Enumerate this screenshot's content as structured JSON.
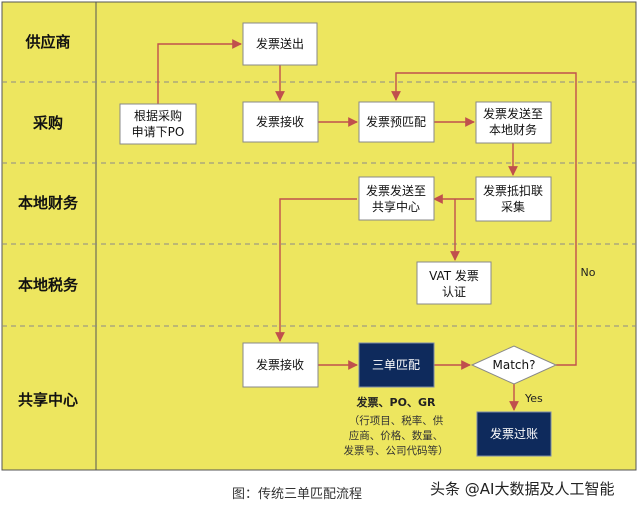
{
  "lanes": [
    "供应商",
    "采购",
    "本地财务",
    "本地税务",
    "共享中心"
  ],
  "nodes": {
    "invoice_send": "发票送出",
    "po_request": [
      "根据采购",
      "申请下PO"
    ],
    "invoice_receive_1": "发票接收",
    "invoice_prematch": "发票预匹配",
    "send_local_finance": [
      "发票发送至",
      "本地财务"
    ],
    "deduction_collect": [
      "发票抵扣联",
      "采集"
    ],
    "send_shared_center": [
      "发票发送至",
      "共享中心"
    ],
    "vat_auth": [
      "VAT 发票",
      "认证"
    ],
    "invoice_receive_2": "发票接收",
    "three_way_match": "三单匹配",
    "match_decision": "Match?",
    "invoice_post": "发票过账"
  },
  "notes": {
    "match_docs": "发票、PO、GR",
    "match_fields": [
      "（行项目、税率、供",
      "应商、价格、数量、",
      "发票号、公司代码等）"
    ]
  },
  "edge_labels": {
    "no": "No",
    "yes": "Yes"
  },
  "caption": "图：传统三单匹配流程",
  "watermark": "头条 @AI大数据及人工智能",
  "colors": {
    "lane_bg": "#EDE65F",
    "navy": "#0E2A5C",
    "border": "#888888",
    "arrow": "#C0504D"
  }
}
